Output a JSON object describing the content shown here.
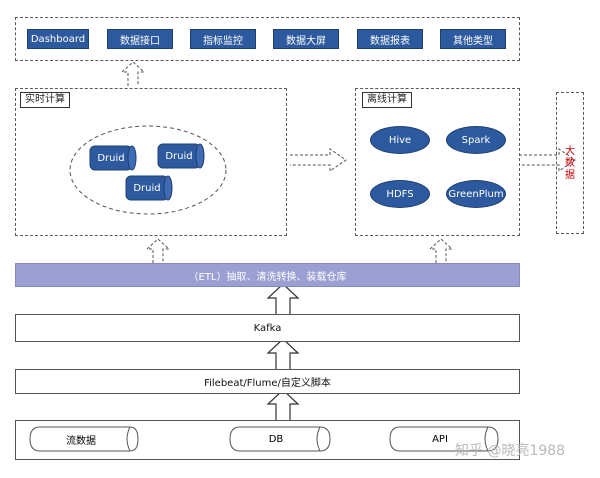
{
  "top_outputs": [
    "Dashboard",
    "数据接口",
    "指标监控",
    "数据大屏",
    "数据报表",
    "其他类型"
  ],
  "realtime": {
    "label": "实时计算",
    "nodes": [
      "Druid",
      "Druid",
      "Druid"
    ]
  },
  "offline": {
    "label": "离线计算",
    "nodes": [
      "Hive",
      "Spark",
      "HDFS",
      "GreenPlum"
    ]
  },
  "bigdata": {
    "line1": "大",
    "line2": "数",
    "line3": "据"
  },
  "etl": {
    "label": "（ETL）抽取、清洗转换、装载仓库"
  },
  "kafka": {
    "label": "Kafka"
  },
  "collect": {
    "label": "Filebeat/Flume/自定义脚本"
  },
  "sources": [
    "流数据",
    "DB",
    "API"
  ],
  "watermark": "知乎 @晓亮1988",
  "colors": {
    "node_blue": "#2d5a9e",
    "etl_band": "#9b9fd2",
    "bigdata_red": "#cc0000"
  }
}
